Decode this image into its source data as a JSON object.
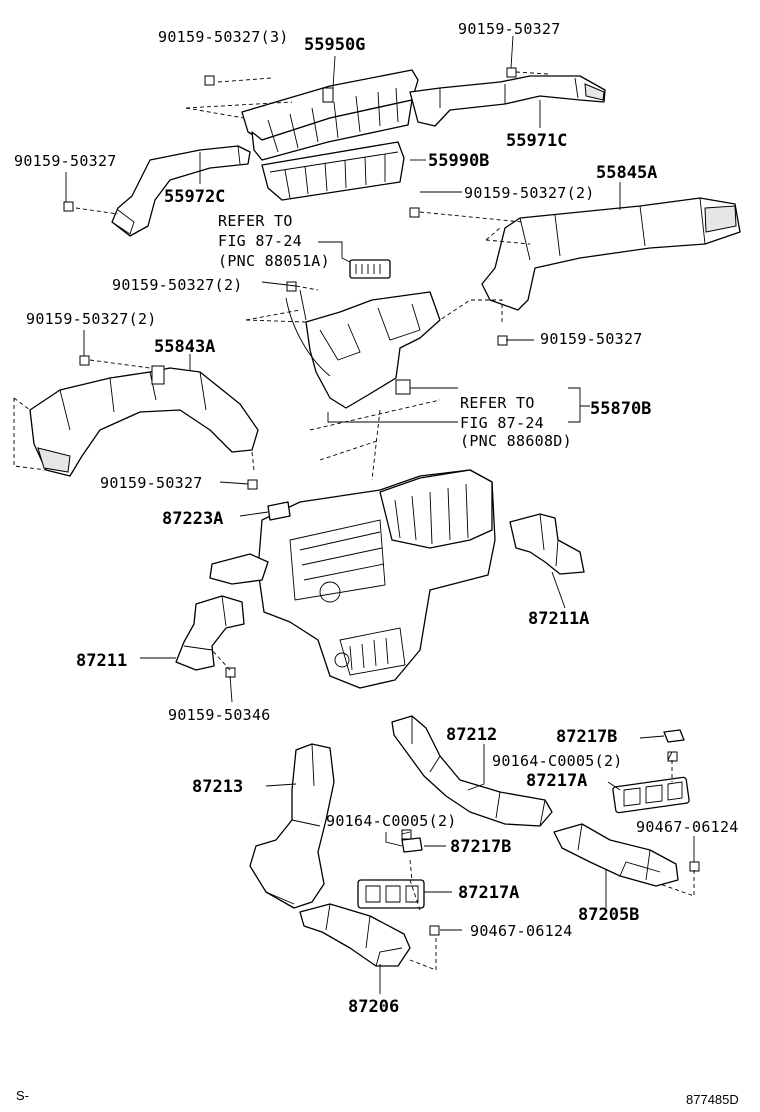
{
  "labels": {
    "p_90159_50327_3": "90159-50327(3)",
    "p_55950G": "55950G",
    "p_90159_50327_a": "90159-50327",
    "p_90159_50327_b": "90159-50327",
    "p_55971C": "55971C",
    "p_55990B": "55990B",
    "p_55972C": "55972C",
    "p_55845A": "55845A",
    "p_90159_50327_2a": "90159-50327(2)",
    "ref1_line1": "REFER TO",
    "ref1_line2": "FIG 87-24",
    "ref1_line3": "(PNC 88051A)",
    "p_90159_50327_2b": "90159-50327(2)",
    "p_90159_50327_2c": "90159-50327(2)",
    "p_90159_50327_c": "90159-50327",
    "p_55843A": "55843A",
    "ref2_line1": "REFER TO",
    "ref2_line2": "FIG 87-24",
    "ref2_line3": "(PNC 88608D)",
    "p_55870B": "55870B",
    "p_90159_50327_d": "90159-50327",
    "p_87223A": "87223A",
    "p_87211A": "87211A",
    "p_87211": "87211",
    "p_90159_50346": "90159-50346",
    "p_87212": "87212",
    "p_87217B_a": "87217B",
    "p_90164_C0005_2a": "90164-C0005(2)",
    "p_87213": "87213",
    "p_87217A_a": "87217A",
    "p_90164_C0005_2b": "90164-C0005(2)",
    "p_90467_06124_a": "90467-06124",
    "p_87217B_b": "87217B",
    "p_87217A_b": "87217A",
    "p_87205B": "87205B",
    "p_90467_06124_b": "90467-06124",
    "p_87206": "87206",
    "footer_left": "S-",
    "footer_right": "877485D"
  }
}
